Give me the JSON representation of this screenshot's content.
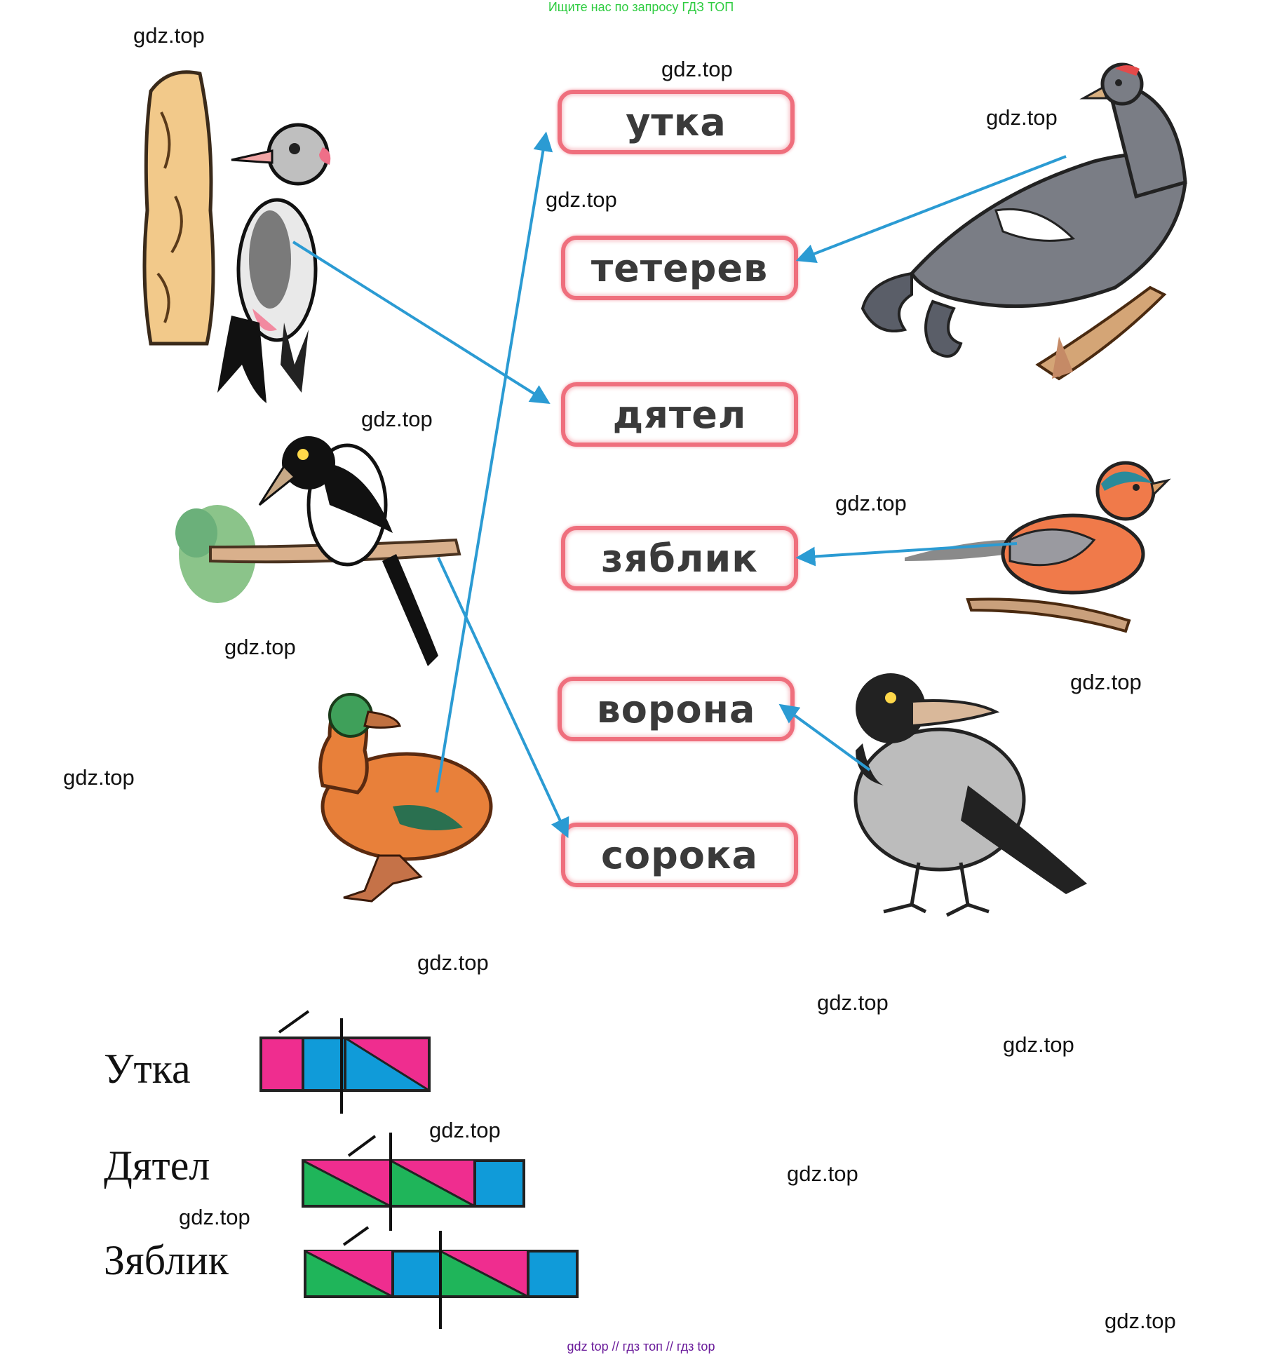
{
  "banner_top": "Ищите нас по запросу ГДЗ ТОП",
  "banner_bottom": "gdz top  //  гдз топ  //  гдз top",
  "watermark_text": "gdz.top",
  "words": [
    "утка",
    "тетерев",
    "дятел",
    "зяблик",
    "ворона",
    "сорока"
  ],
  "schemes": [
    {
      "label": "Утка"
    },
    {
      "label": "Дятел"
    },
    {
      "label": "Зяблик"
    }
  ],
  "colors": {
    "arrow": "#2b9bd3",
    "word_border": "#ef6f7d",
    "vowel": "#ef2d8f",
    "consonant_hard": "#109bd9",
    "consonant_soft": "#1fb55a"
  },
  "images": [
    {
      "icon": "woodpecker-icon"
    },
    {
      "icon": "magpie-icon"
    },
    {
      "icon": "duck-icon"
    },
    {
      "icon": "black-grouse-icon"
    },
    {
      "icon": "chaffinch-icon"
    },
    {
      "icon": "crow-icon"
    }
  ]
}
